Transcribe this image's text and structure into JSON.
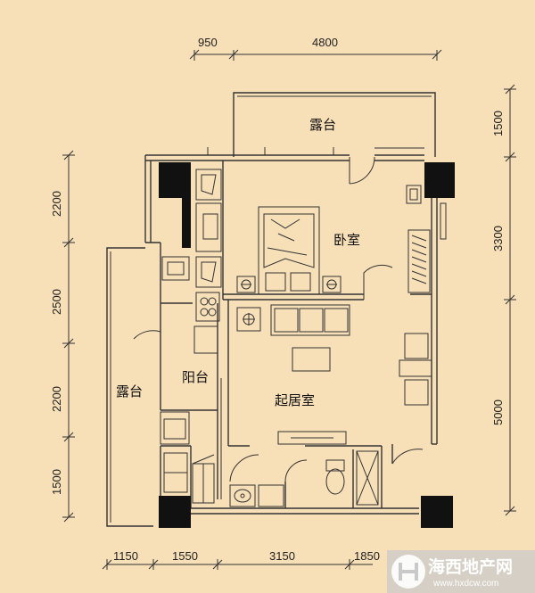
{
  "dimensions": {
    "top": [
      "950",
      "4800"
    ],
    "bottom": [
      "1150",
      "1550",
      "3150",
      "1850"
    ],
    "left": [
      "2200",
      "2500",
      "2200",
      "1500"
    ],
    "right": [
      "1500",
      "3300",
      "5000"
    ]
  },
  "rooms": {
    "terrace_top": "露台",
    "bedroom": "卧室",
    "balcony": "阳台",
    "terrace_left": "露台",
    "living": "起居室"
  },
  "watermark": {
    "name": "海西地产网",
    "url": "www.hxdcw.com"
  },
  "colors": {
    "background": "#f7dfb8",
    "walls": "#333333",
    "columns": "#111111",
    "watermark": "#c9c9c9"
  }
}
